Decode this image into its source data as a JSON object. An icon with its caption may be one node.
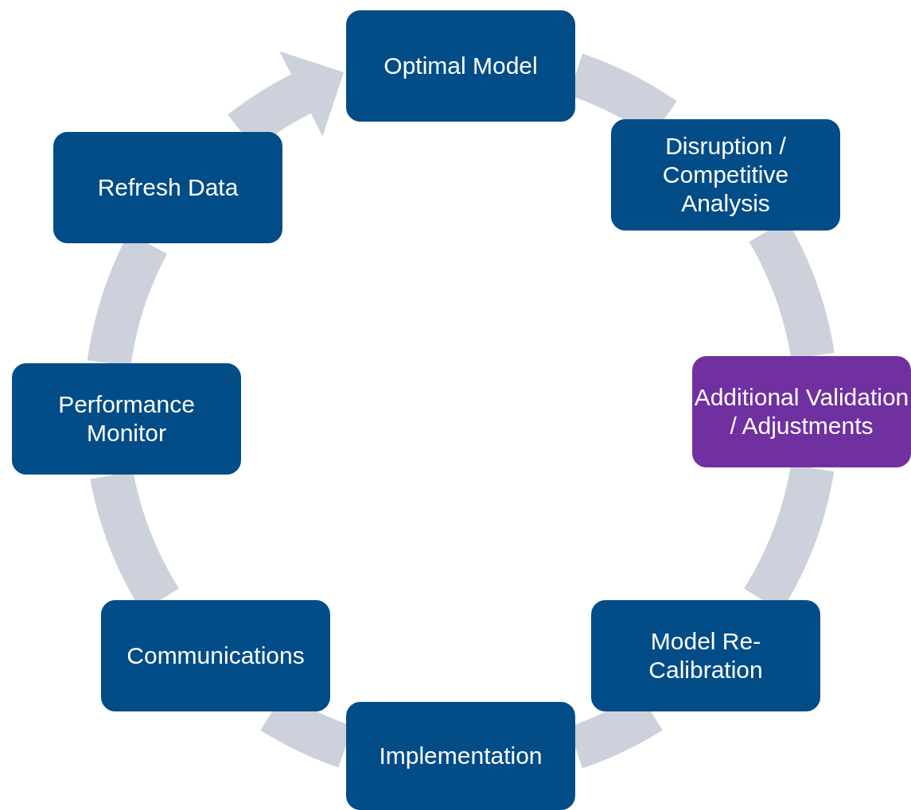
{
  "diagram": {
    "nodes": [
      {
        "text": [
          "Optimal Model"
        ]
      },
      {
        "text": [
          "Disruption / Competitive Analysis"
        ]
      },
      {
        "text": [
          "Additional Validation / Adjustments"
        ]
      },
      {
        "text": [
          "Model Re-Calibration"
        ]
      },
      {
        "text": [
          "Implementation"
        ]
      },
      {
        "text": [
          "Communications"
        ]
      },
      {
        "text": [
          "Performance Monitor"
        ]
      },
      {
        "text": [
          "Refresh Data"
        ]
      }
    ],
    "edges": [
      {
        "from": 0,
        "to": 1,
        "arrow": "none"
      },
      {
        "from": 1,
        "to": 2,
        "arrow": "none"
      },
      {
        "from": 2,
        "to": 3,
        "arrow": "none"
      },
      {
        "from": 3,
        "to": 4,
        "arrow": "none"
      },
      {
        "from": 4,
        "to": 5,
        "arrow": "none"
      },
      {
        "from": 5,
        "to": 6,
        "arrow": "none"
      },
      {
        "from": 6,
        "to": 7,
        "arrow": "none"
      },
      {
        "from": 7,
        "to": 0,
        "arrow": "to"
      }
    ]
  }
}
